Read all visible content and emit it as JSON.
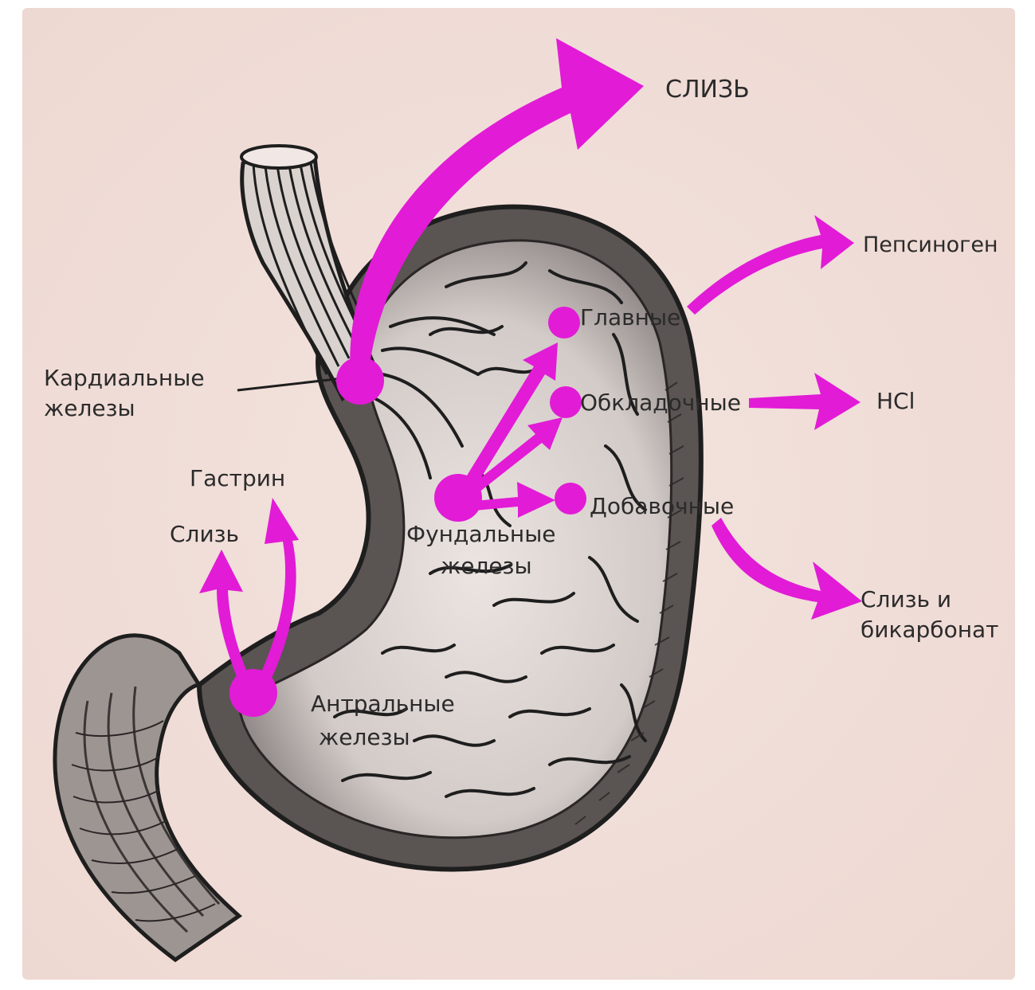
{
  "colors": {
    "background": "#f1dfda",
    "arrow": "#e21bd6",
    "ink": "#1e1e1e",
    "tissue": "#bdb3b0"
  },
  "labels": {
    "mucus_top": "СЛИЗЬ",
    "pepsinogen": "Пепсиноген",
    "chief": "Главные",
    "parietal": "Обкладочные",
    "hcl": "HCl",
    "accessory": "Добавочные",
    "mucus_bicarbonate_1": "Слизь и",
    "mucus_bicarbonate_2": "бикарбонат",
    "cardiac_1": "Кардиальные",
    "cardiac_2": "железы",
    "fundic_1": "Фундальные",
    "fundic_2": "железы",
    "gastrin": "Гастрин",
    "mucus_antral": "Слизь",
    "antral_1": "Антральные",
    "antral_2": "железы"
  },
  "icons": [
    "stomach-illustration",
    "esophagus-illustration",
    "duodenum-illustration"
  ]
}
